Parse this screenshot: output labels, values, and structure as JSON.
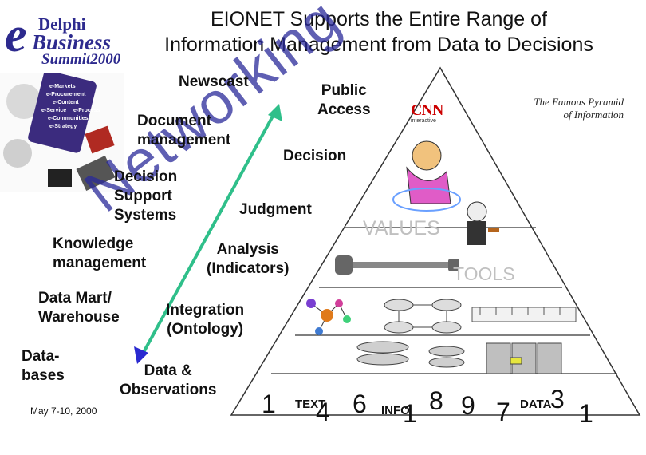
{
  "title_line1": "EIONET Supports the Entire Range of",
  "title_line2": "Information Management from Data to Decisions",
  "logo": {
    "delphi": "Delphi",
    "business": "Business",
    "summit": "Summit2000"
  },
  "logo_sidebar_items": [
    "e-Markets",
    "e-Procurement",
    "e-Content",
    "e-Service",
    "e-Process",
    "e-Communities",
    "e-Strategy"
  ],
  "left_labels": {
    "newscast": "Newscast",
    "document_management": [
      "Document",
      "management"
    ],
    "decision_support": [
      "Decision",
      "Support",
      "Systems"
    ],
    "knowledge_management": [
      "Knowledge",
      "management"
    ],
    "data_mart": [
      "Data Mart/",
      "Warehouse"
    ],
    "databases": [
      "Data-",
      "bases"
    ],
    "networking": "Networking"
  },
  "pyramid_labels": {
    "public_access": [
      "Public",
      "Access"
    ],
    "decision": "Decision",
    "judgment": "Judgment",
    "analysis": [
      "Analysis",
      "(Indicators)"
    ],
    "integration": [
      "Integration",
      "(Ontology)"
    ],
    "observations": [
      "Data &",
      "Observations"
    ],
    "values": "VALUES",
    "tools": "TOOLS"
  },
  "famous_pyramid": [
    "The Famous Pyramid",
    "of Information"
  ],
  "cnn_logo": {
    "text": "CNN",
    "sub": "interactive"
  },
  "date": "May 7-10, 2000",
  "bottom_row": {
    "n1": "1",
    "text": "TEXT",
    "n4": "4",
    "n6": "6",
    "info": "INFO",
    "n1b": "1",
    "n8": "8",
    "n9": "9",
    "n7": "7",
    "data": "DATA",
    "n3": "3",
    "n1c": "1"
  },
  "colors": {
    "accent_blue": "#2d2a8e",
    "arrow_green": "#2fbf8a",
    "arrow_blue": "#2a2ad0",
    "gray_label": "#c0c0c0"
  }
}
